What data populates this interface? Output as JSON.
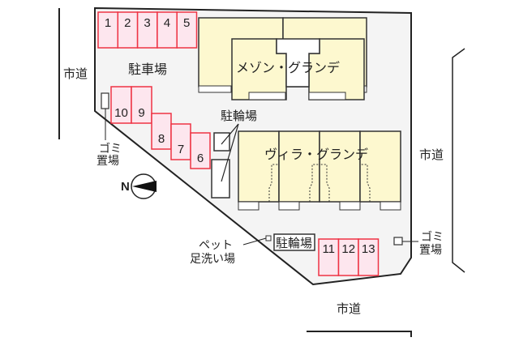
{
  "map": {
    "type": "site-layout-plan",
    "colors": {
      "lot_fill": "#f4f4f4",
      "building_fill": "#fdf8cf",
      "parking_fill": "#fde6ee",
      "parking_stroke": "#ee3344",
      "outline": "#333333"
    },
    "roads": {
      "west": "市道",
      "east": "市道",
      "south": "市道"
    },
    "buildings": {
      "north": "メゾン・グランデ",
      "south": "ヴィラ・グランデ"
    },
    "areas": {
      "parking_lot": "駐車場",
      "bicycle_parking_upper": "駐輪場",
      "bicycle_parking_lower": "駐輪場",
      "garbage_west_line1": "ゴミ",
      "garbage_west_line2": "置場",
      "garbage_east_line1": "ゴミ",
      "garbage_east_line2": "置場",
      "pet_wash_line1": "ペット",
      "pet_wash_line2": "足洗い場"
    },
    "compass": {
      "label": "N",
      "direction": "west"
    },
    "parking_spaces": {
      "top_row": [
        "1",
        "2",
        "3",
        "4",
        "5"
      ],
      "diagonal": [
        "10",
        "9",
        "8",
        "7",
        "6"
      ],
      "bottom_row": [
        "11",
        "12",
        "13"
      ]
    }
  }
}
